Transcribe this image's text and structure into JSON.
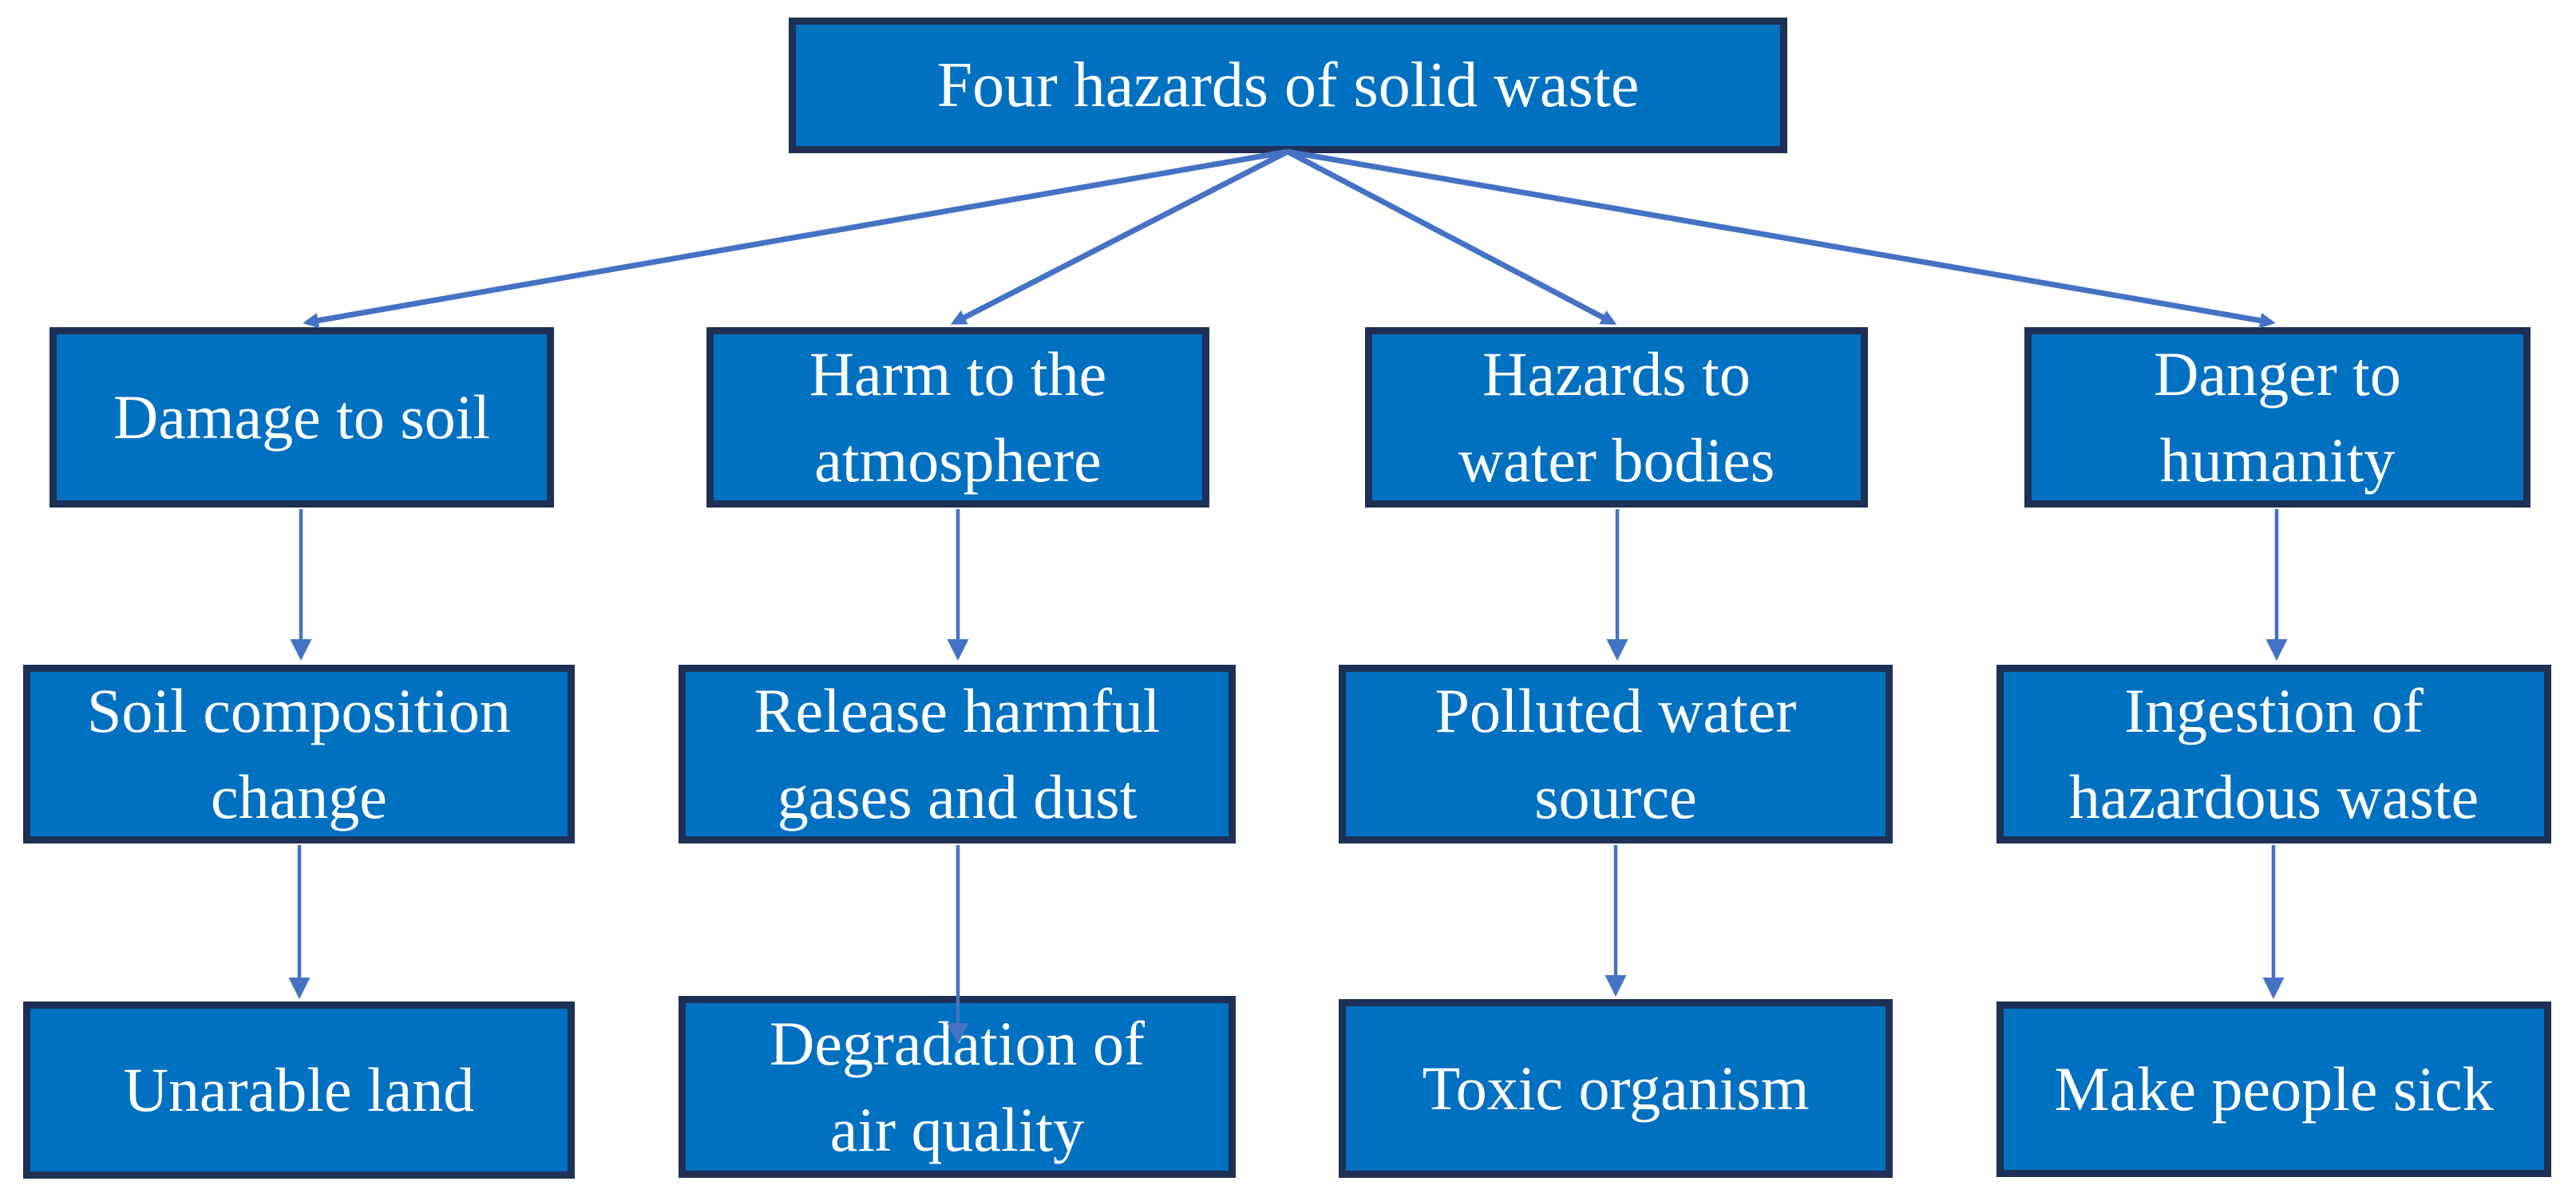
{
  "diagram_title": "Four hazards of solid waste",
  "columns": [
    {
      "hazard": "Damage to soil",
      "mechanism": "Soil composition\nchange",
      "consequence": "Unarable land"
    },
    {
      "hazard": "Harm to the\natmosphere",
      "mechanism": "Release harmful\ngases and dust",
      "consequence": "Degradation of\nair quality"
    },
    {
      "hazard": "Hazards to\nwater bodies",
      "mechanism": "Polluted water\nsource",
      "consequence": "Toxic organism"
    },
    {
      "hazard": "Danger to\nhumanity",
      "mechanism": "Ingestion of\nhazardous waste",
      "consequence": "Make people sick"
    }
  ],
  "edges": [
    {
      "from": "Four hazards of solid waste",
      "to": "Damage to soil"
    },
    {
      "from": "Four hazards of solid waste",
      "to": "Harm to the atmosphere"
    },
    {
      "from": "Four hazards of solid waste",
      "to": "Hazards to water bodies"
    },
    {
      "from": "Four hazards of solid waste",
      "to": "Danger to humanity"
    },
    {
      "from": "Damage to soil",
      "to": "Soil composition change"
    },
    {
      "from": "Harm to the atmosphere",
      "to": "Release harmful gases and dust"
    },
    {
      "from": "Hazards to water bodies",
      "to": "Polluted water source"
    },
    {
      "from": "Danger to humanity",
      "to": "Ingestion of hazardous waste"
    },
    {
      "from": "Soil composition change",
      "to": "Unarable land"
    },
    {
      "from": "Release harmful gases and dust",
      "to": "Degradation of air quality"
    },
    {
      "from": "Polluted water source",
      "to": "Toxic organism"
    },
    {
      "from": "Ingestion of hazardous waste",
      "to": "Make people sick"
    }
  ],
  "colors": {
    "node_fill": "#0070C0",
    "node_border": "#1F3056",
    "connector": "#4472C4",
    "text": "#FFFFFF",
    "background": "#FFFFFF"
  }
}
